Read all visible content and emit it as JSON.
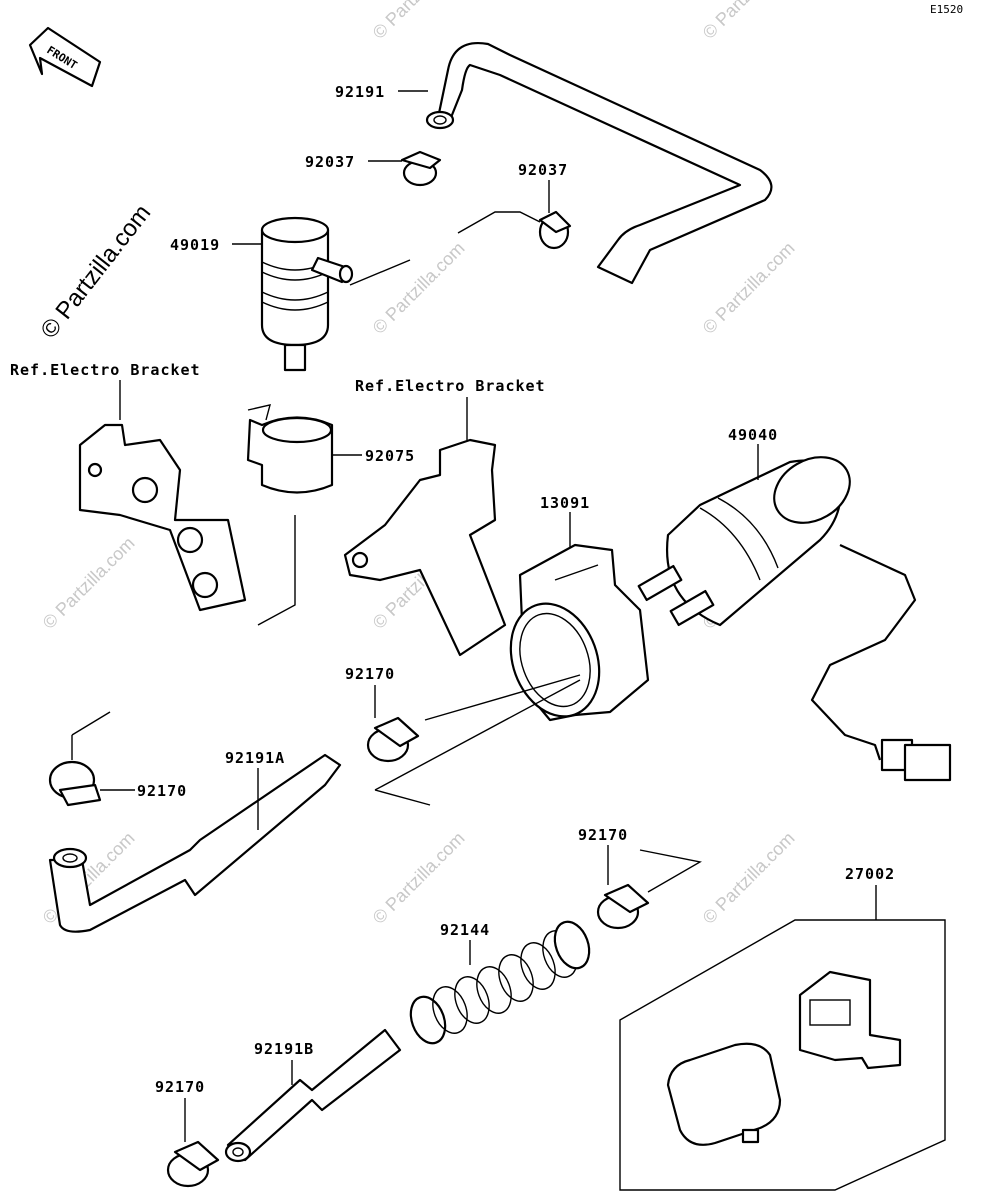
{
  "diagram_code": "E1520",
  "front_label": "FRONT",
  "watermark": "© Partzilla.com",
  "copyright": "© Partzilla.com",
  "labels": {
    "p92191": "92191",
    "p92037a": "92037",
    "p92037b": "92037",
    "p49019": "49019",
    "ref1": "Ref.Electro Bracket",
    "ref2": "Ref.Electro Bracket",
    "p92075": "92075",
    "p49040": "49040",
    "p13091": "13091",
    "p92170a": "92170",
    "p92170b": "92170",
    "p92191A": "92191A",
    "p92170c": "92170",
    "p27002": "27002",
    "p92144": "92144",
    "p92191B": "92191B",
    "p92170d": "92170"
  }
}
